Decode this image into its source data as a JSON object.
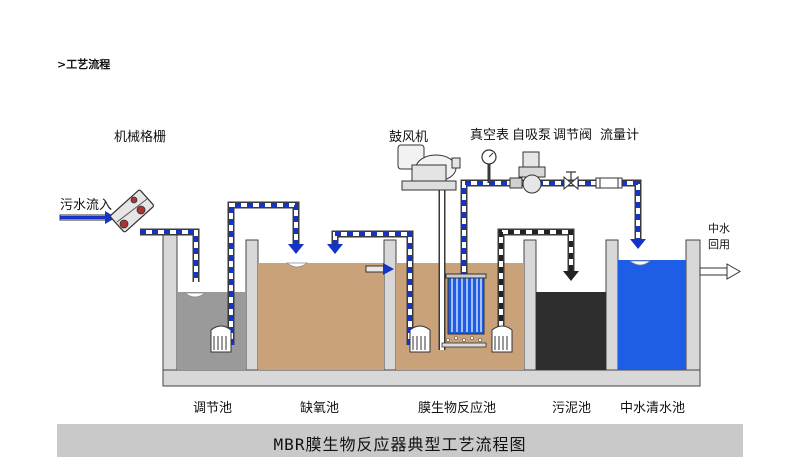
{
  "header": {
    "title": ">工艺流程"
  },
  "labels": {
    "screen": "机械格栅",
    "inflow": "污水流入",
    "blower": "鼓风机",
    "vacuum_gauge": "真空表",
    "pump": "自吸泵",
    "valve": "调节阀",
    "flowmeter": "流量计",
    "reuse_line1": "中水",
    "reuse_line2": "回用"
  },
  "tanks": {
    "equalization": "调节池",
    "anoxic": "缺氧池",
    "mbr": "膜生物反应池",
    "sludge": "污泥池",
    "clean_water": "中水清水池"
  },
  "colors": {
    "equalization": "#9a9a9a",
    "anoxic": "#c9a27a",
    "mbr": "#c9a27a",
    "sludge": "#2e2e2e",
    "clean_water": "#1e5ee6",
    "pipe_outer": "#3a3a3a",
    "pipe_dash": "#1533c4"
  },
  "caption": "MBR膜生物反应器典型工艺流程图"
}
